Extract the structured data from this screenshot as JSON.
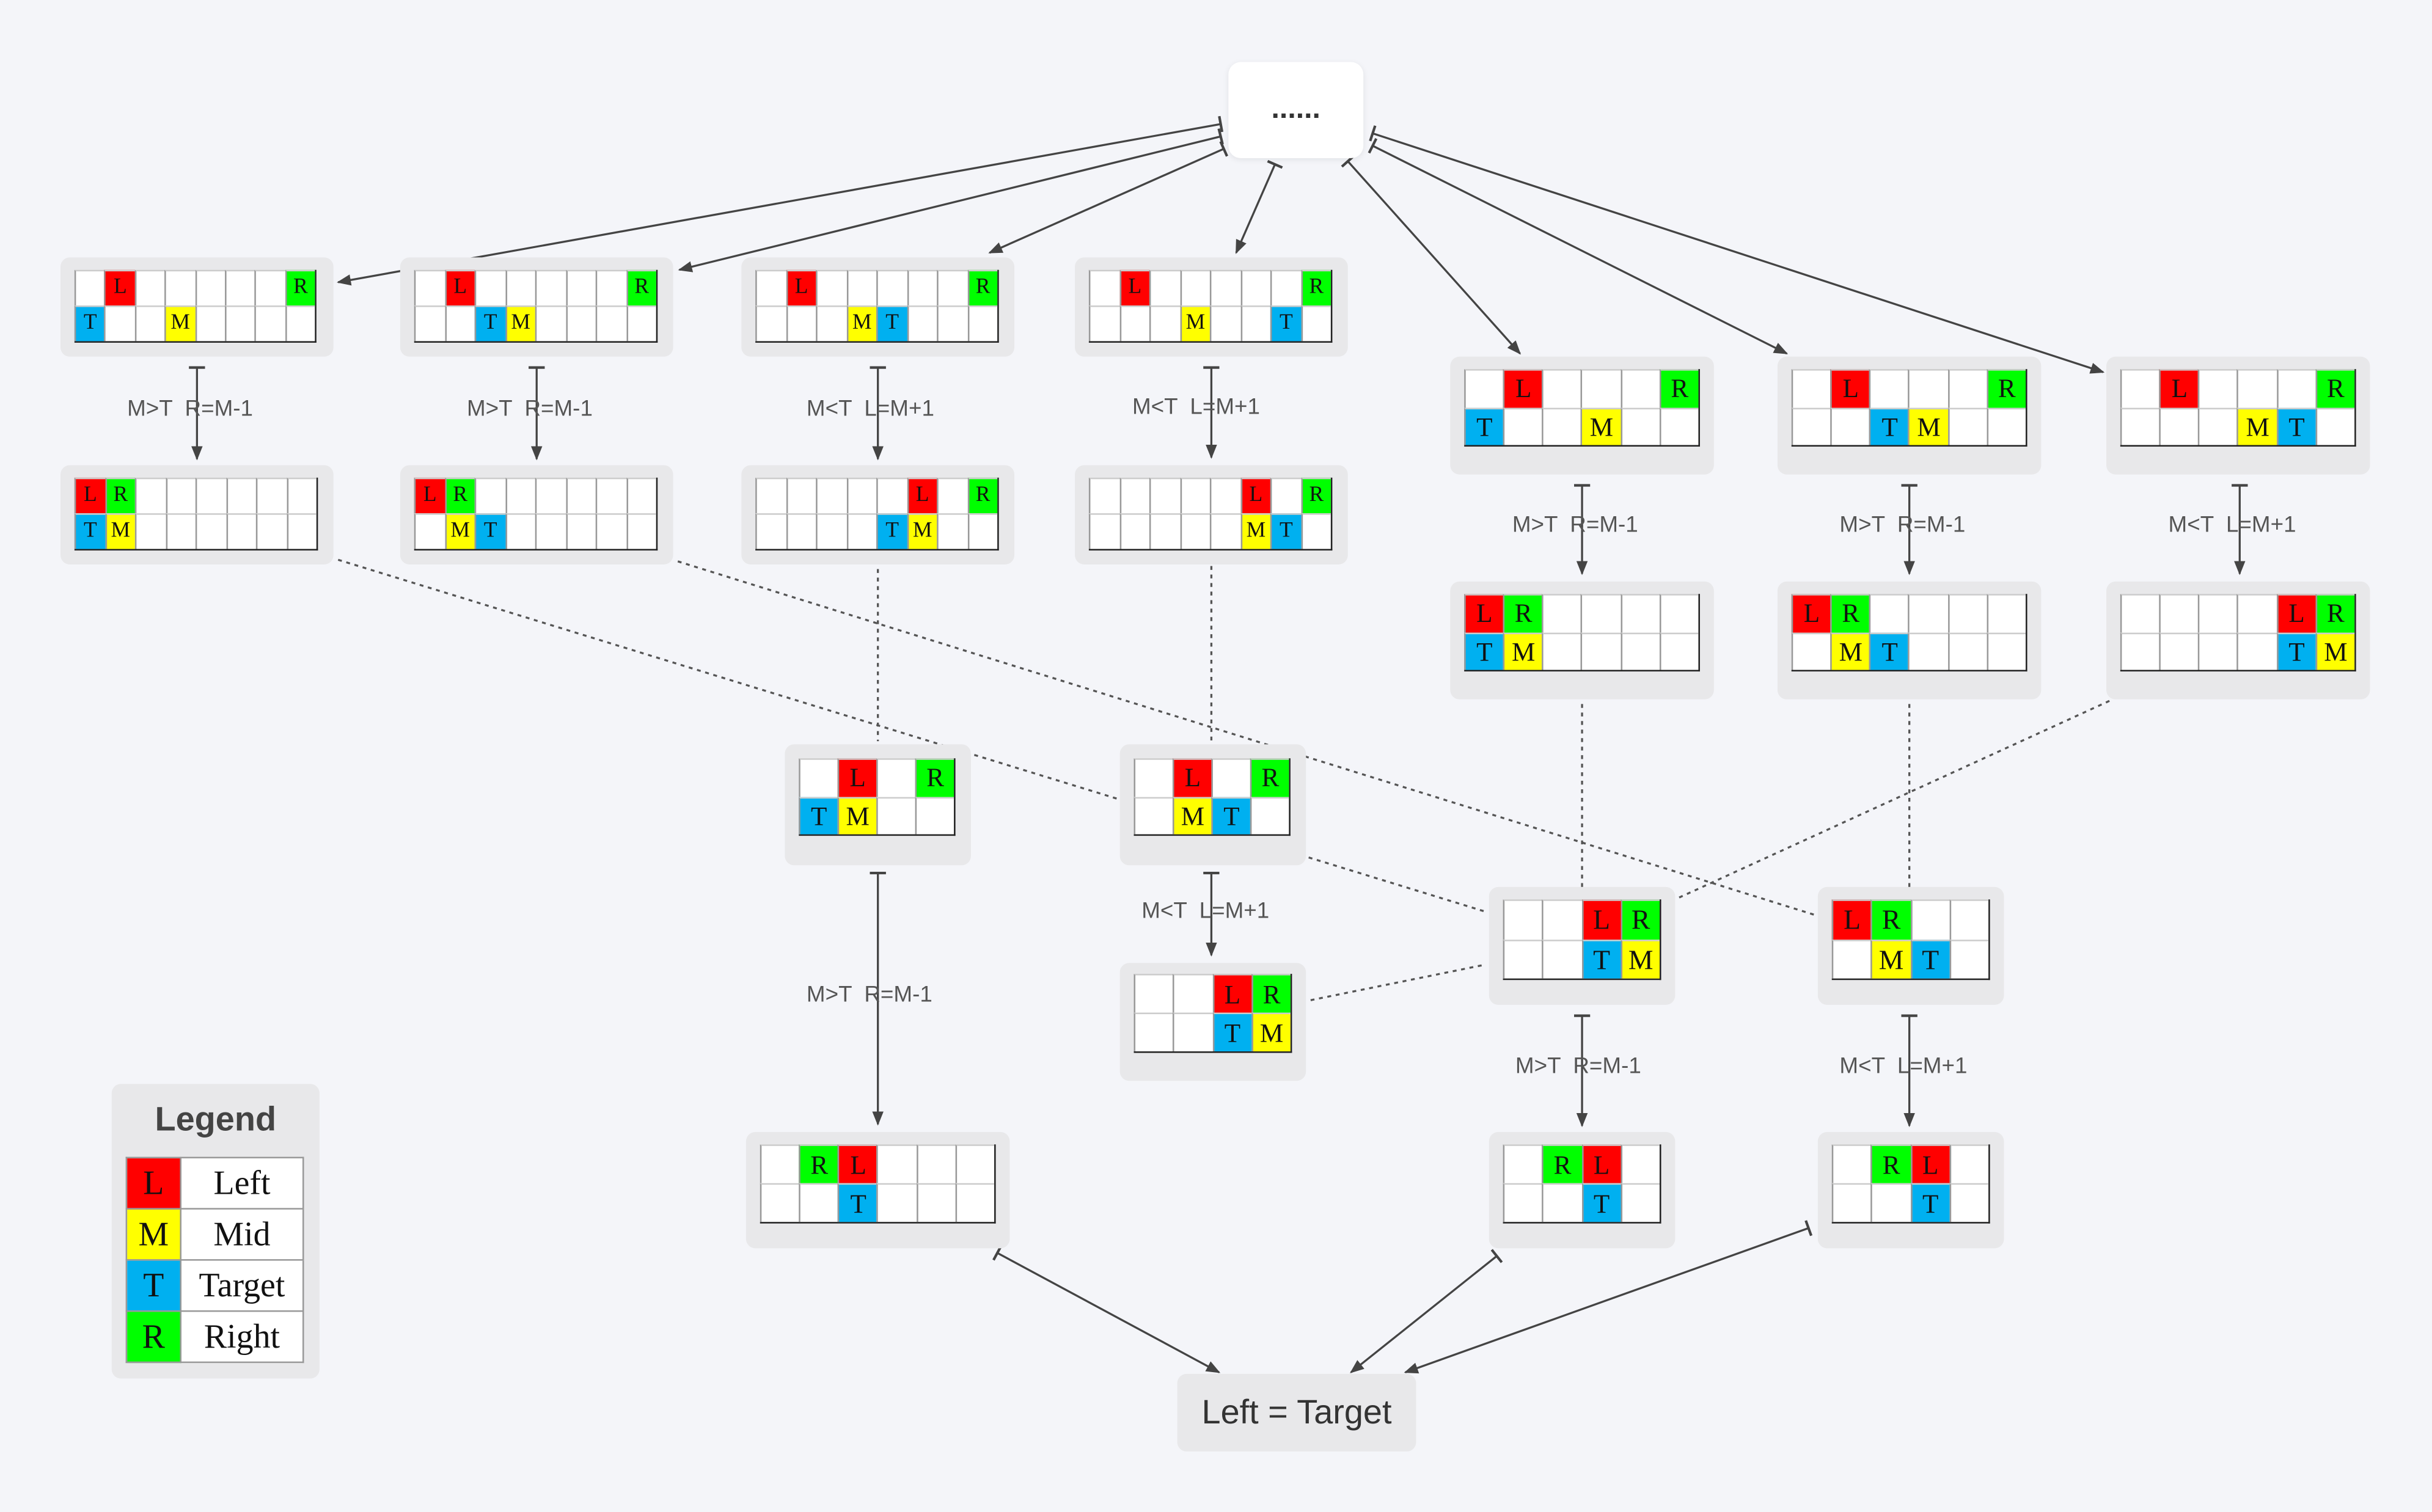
{
  "top_node": {
    "label": "......"
  },
  "result_node": {
    "label": "Left = Target"
  },
  "legend": {
    "title": "Legend",
    "items": [
      {
        "key": "L",
        "label": "Left",
        "color": "#ff0000"
      },
      {
        "key": "M",
        "label": "Mid",
        "color": "#ffff00"
      },
      {
        "key": "T",
        "label": "Target",
        "color": "#00b0f0"
      },
      {
        "key": "R",
        "label": "Right",
        "color": "#00ff00"
      }
    ]
  },
  "colors": {
    "L": "#ff0000",
    "M": "#ffff00",
    "T": "#00b0f0",
    "R": "#00ff00"
  },
  "cards": [
    {
      "id": "a1",
      "cols": 8,
      "r1": [
        "",
        "L",
        "",
        "",
        "",
        "",
        "",
        "R"
      ],
      "r2": [
        "T",
        "",
        "",
        "M",
        "",
        "",
        "",
        ""
      ]
    },
    {
      "id": "a2",
      "cols": 8,
      "r1": [
        "",
        "L",
        "",
        "",
        "",
        "",
        "",
        "R"
      ],
      "r2": [
        "",
        "",
        "T",
        "M",
        "",
        "",
        "",
        ""
      ]
    },
    {
      "id": "a3",
      "cols": 8,
      "r1": [
        "",
        "L",
        "",
        "",
        "",
        "",
        "",
        "R"
      ],
      "r2": [
        "",
        "",
        "",
        "M",
        "T",
        "",
        "",
        ""
      ]
    },
    {
      "id": "a4",
      "cols": 8,
      "r1": [
        "",
        "L",
        "",
        "",
        "",
        "",
        "",
        "R"
      ],
      "r2": [
        "",
        "",
        "",
        "M",
        "",
        "",
        "T",
        ""
      ]
    },
    {
      "id": "b1",
      "cols": 8,
      "r1": [
        "L",
        "R",
        "",
        "",
        "",
        "",
        "",
        ""
      ],
      "r2": [
        "T",
        "M",
        "",
        "",
        "",
        "",
        "",
        ""
      ]
    },
    {
      "id": "b2",
      "cols": 8,
      "r1": [
        "L",
        "R",
        "",
        "",
        "",
        "",
        "",
        ""
      ],
      "r2": [
        "",
        "M",
        "T",
        "",
        "",
        "",
        "",
        ""
      ]
    },
    {
      "id": "b3",
      "cols": 8,
      "r1": [
        "",
        "",
        "",
        "",
        "",
        "L",
        "",
        "R"
      ],
      "r2": [
        "",
        "",
        "",
        "",
        "T",
        "M",
        "",
        ""
      ]
    },
    {
      "id": "b4",
      "cols": 8,
      "r1": [
        "",
        "",
        "",
        "",
        "",
        "L",
        "",
        "R"
      ],
      "r2": [
        "",
        "",
        "",
        "",
        "",
        "M",
        "T",
        ""
      ]
    },
    {
      "id": "c1",
      "cols": 6,
      "r1": [
        "",
        "L",
        "",
        "",
        "",
        "R"
      ],
      "r2": [
        "T",
        "",
        "",
        "M",
        "",
        ""
      ]
    },
    {
      "id": "c2",
      "cols": 6,
      "r1": [
        "",
        "L",
        "",
        "",
        "",
        "R"
      ],
      "r2": [
        "",
        "",
        "T",
        "M",
        "",
        ""
      ]
    },
    {
      "id": "c3",
      "cols": 6,
      "r1": [
        "",
        "L",
        "",
        "",
        "",
        "R"
      ],
      "r2": [
        "",
        "",
        "",
        "M",
        "T",
        ""
      ]
    },
    {
      "id": "d1",
      "cols": 6,
      "r1": [
        "L",
        "R",
        "",
        "",
        "",
        ""
      ],
      "r2": [
        "T",
        "M",
        "",
        "",
        "",
        ""
      ]
    },
    {
      "id": "d2",
      "cols": 6,
      "r1": [
        "L",
        "R",
        "",
        "",
        "",
        ""
      ],
      "r2": [
        "",
        "M",
        "T",
        "",
        "",
        ""
      ]
    },
    {
      "id": "d3",
      "cols": 6,
      "r1": [
        "",
        "",
        "",
        "",
        "L",
        "R"
      ],
      "r2": [
        "",
        "",
        "",
        "",
        "T",
        "M"
      ]
    },
    {
      "id": "e1",
      "cols": 4,
      "r1": [
        "",
        "L",
        "",
        "R"
      ],
      "r2": [
        "T",
        "M",
        "",
        ""
      ]
    },
    {
      "id": "e2",
      "cols": 4,
      "r1": [
        "",
        "L",
        "",
        "R"
      ],
      "r2": [
        "",
        "M",
        "T",
        ""
      ]
    },
    {
      "id": "f1",
      "cols": 4,
      "r1": [
        "",
        "",
        "L",
        "R"
      ],
      "r2": [
        "",
        "",
        "T",
        "M"
      ]
    },
    {
      "id": "f2",
      "cols": 4,
      "r1": [
        "",
        "",
        "L",
        "R"
      ],
      "r2": [
        "",
        "",
        "T",
        "M"
      ]
    },
    {
      "id": "f3",
      "cols": 4,
      "r1": [
        "L",
        "R",
        "",
        ""
      ],
      "r2": [
        "",
        "M",
        "T",
        ""
      ]
    },
    {
      "id": "g1",
      "cols": 6,
      "r1": [
        "",
        "R",
        "L",
        "",
        "",
        ""
      ],
      "r2": [
        "",
        "",
        "T",
        "",
        "",
        ""
      ]
    },
    {
      "id": "g2",
      "cols": 4,
      "r1": [
        "",
        "R",
        "L",
        ""
      ],
      "r2": [
        "",
        "",
        "T",
        ""
      ]
    },
    {
      "id": "g3",
      "cols": 4,
      "r1": [
        "",
        "R",
        "L",
        ""
      ],
      "r2": [
        "",
        "",
        "T",
        ""
      ]
    }
  ],
  "operations": [
    {
      "id": "op-a1",
      "text": "M>T  R=M-1"
    },
    {
      "id": "op-a2",
      "text": "M>T  R=M-1"
    },
    {
      "id": "op-a3",
      "text": "M<T  L=M+1"
    },
    {
      "id": "op-a4",
      "text": "M<T  L=M+1"
    },
    {
      "id": "op-c1",
      "text": "M>T  R=M-1"
    },
    {
      "id": "op-c2",
      "text": "M>T  R=M-1"
    },
    {
      "id": "op-c3",
      "text": "M<T  L=M+1"
    },
    {
      "id": "op-e2",
      "text": "M<T  L=M+1"
    },
    {
      "id": "op-e1",
      "text": "M>T  R=M-1"
    },
    {
      "id": "op-f2",
      "text": "M>T  R=M-1"
    },
    {
      "id": "op-f3",
      "text": "M<T  L=M+1"
    }
  ]
}
